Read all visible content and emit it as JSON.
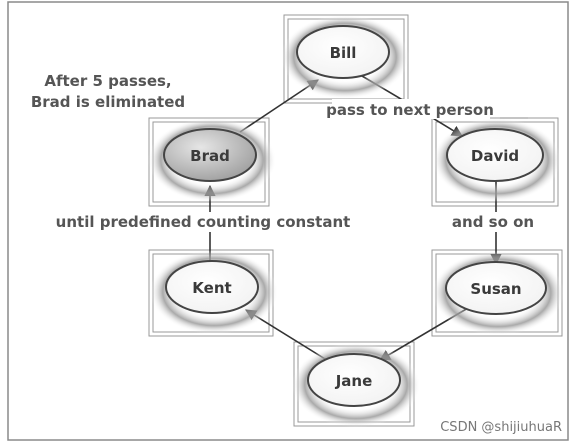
{
  "nodes": {
    "bill": {
      "label": "Bill"
    },
    "brad": {
      "label": "Brad"
    },
    "david": {
      "label": "David"
    },
    "kent": {
      "label": "Kent"
    },
    "susan": {
      "label": "Susan"
    },
    "jane": {
      "label": "Jane"
    }
  },
  "edges": {
    "bill_to_david": {
      "label": "pass to next person"
    },
    "david_to_susan": {
      "label": "and so on"
    },
    "kent_to_brad": {
      "label": "until predefined counting constant"
    }
  },
  "note": {
    "line1": "After 5 passes,",
    "line2": "Brad is eliminated"
  },
  "watermark": "CSDN @shijiuhuaR",
  "colors": {
    "border": "#888888",
    "node_stroke": "#444444",
    "arrow": "#333333",
    "highlight_fill": "#bdbdbd"
  }
}
